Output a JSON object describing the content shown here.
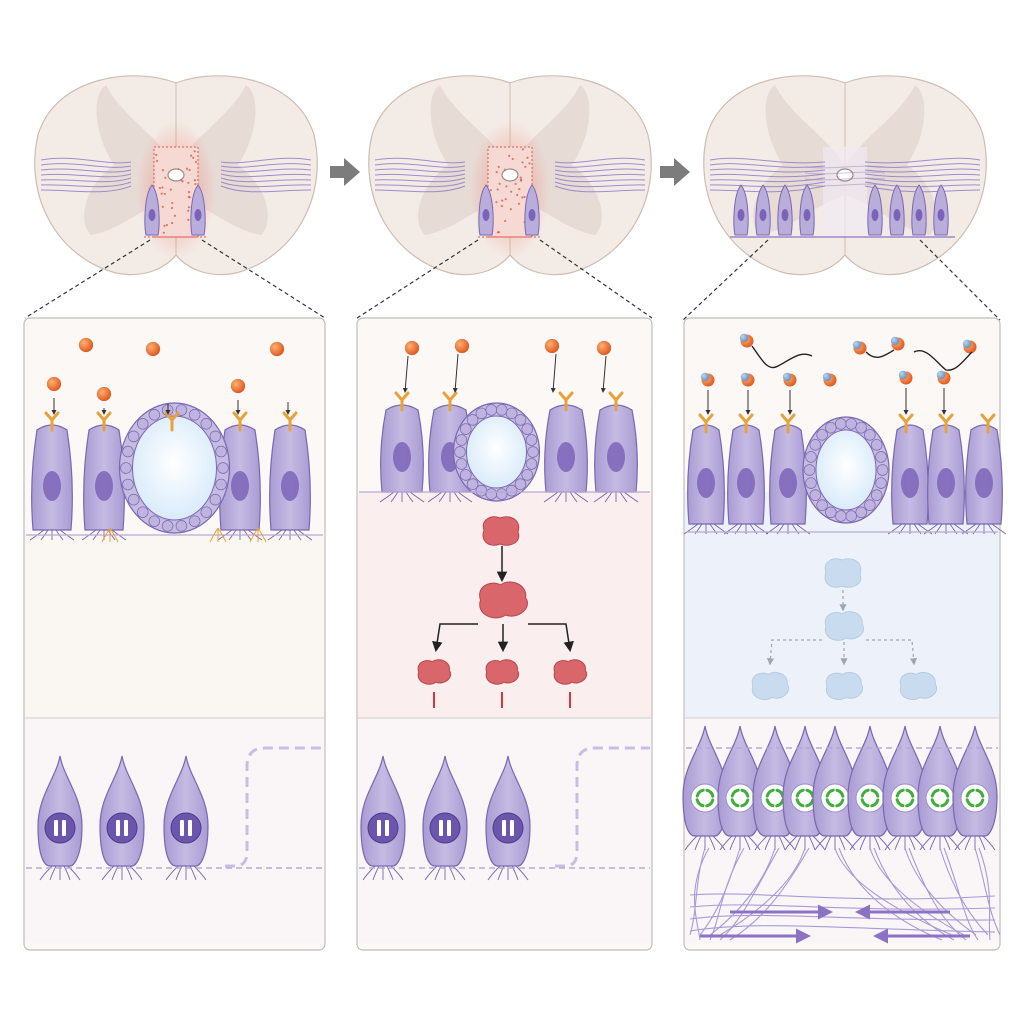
{
  "figure": {
    "stages": [
      {
        "id": "stage-1",
        "condition": "acute-injury",
        "ligand_color": "#e8692a",
        "cell_color": "#b9aedb",
        "cell_nucleus": "pause",
        "signal_cascade": "none"
      },
      {
        "id": "stage-2",
        "condition": "active-signaling",
        "ligand_color": "#e8692a",
        "cell_color": "#b9aedb",
        "cell_nucleus": "pause",
        "signal_cascade": "active"
      },
      {
        "id": "stage-3",
        "condition": "blocked-signaling-regeneration",
        "ligand_color": "#e8692a",
        "antagonist_color": "#5f8fc4",
        "cell_color": "#b9aedb",
        "cell_nucleus": "cycling",
        "signal_cascade": "inhibited"
      }
    ],
    "colors": {
      "tissue": "#f3ece6",
      "grey_matter": "#e3d6cf",
      "injury": "#ef7d73",
      "cell_fill": "#b9aedb",
      "cell_stroke": "#7a67b0",
      "nucleus": "#7b64b8",
      "receptor": "#e9a13b",
      "kinase_active": "#d9666b",
      "kinase_inactive": "#c9dcef",
      "cycle_green": "#3fae3a",
      "arrow_grey": "#7c7c7c"
    },
    "icons": [
      "spinal-cord-section",
      "ependymal-cell",
      "central-canal",
      "receptor-y-icon",
      "ligand-sphere",
      "kinase-blob",
      "pause-icon",
      "cell-cycle-icon",
      "right-arrow-icon"
    ]
  }
}
